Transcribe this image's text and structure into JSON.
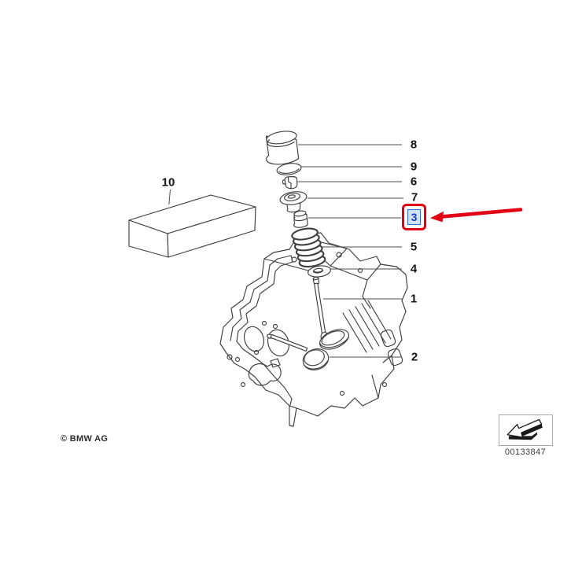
{
  "callouts": [
    {
      "label": "8"
    },
    {
      "label": "9"
    },
    {
      "label": "6"
    },
    {
      "label": "7"
    },
    {
      "label": "3",
      "highlighted": true
    },
    {
      "label": "5"
    },
    {
      "label": "4"
    },
    {
      "label": "1"
    },
    {
      "label": "2"
    },
    {
      "label": "10"
    }
  ],
  "footer": {
    "copyright": "© BMW AG"
  },
  "reference_box": {
    "diagram_number": "00133847",
    "icon": "page-flip-arrow-icon"
  },
  "colors": {
    "line_color": "#3e3e3e",
    "leader_color": "#4d4d4d",
    "text_color": "#141414",
    "highlight_red": "#e10016",
    "highlight_blue_border": "#2f6bd9",
    "highlight_blue_bg": "#cfe2f7",
    "highlight_digit": "#1b39b3"
  }
}
